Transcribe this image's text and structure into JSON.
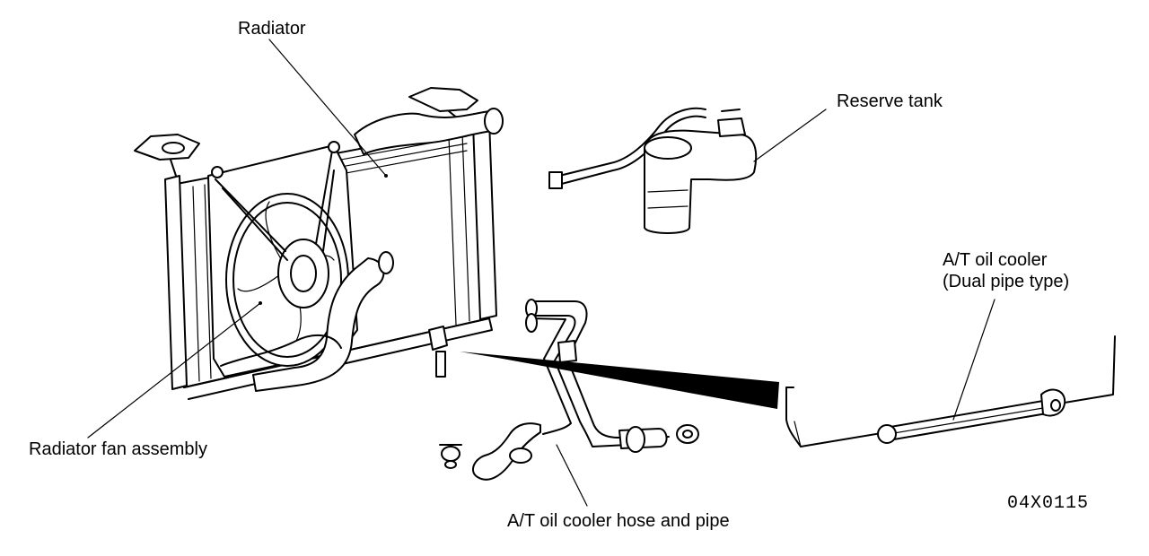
{
  "labels": {
    "radiator": "Radiator",
    "reserve_tank": "Reserve tank",
    "oil_cooler_line1": "A/T oil cooler",
    "oil_cooler_line2": "(Dual pipe type)",
    "fan_assembly": "Radiator fan assembly",
    "hose_and_pipe": "A/T oil cooler hose and pipe",
    "figure_code": "04X0115"
  }
}
